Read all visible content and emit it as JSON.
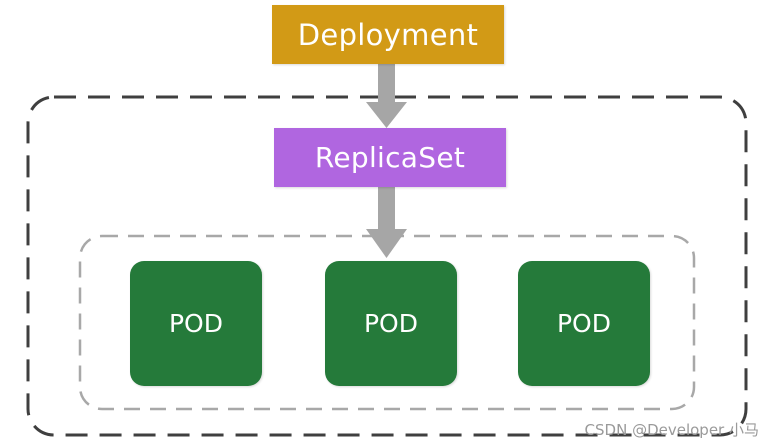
{
  "diagram": {
    "deployment_label": "Deployment",
    "replicaset_label": "ReplicaSet",
    "pods": [
      {
        "label": "POD"
      },
      {
        "label": "POD"
      },
      {
        "label": "POD"
      }
    ]
  },
  "watermark": "CSDN @Developer 小马",
  "colors": {
    "deployment": "#d29a16",
    "replicaset": "#b066e0",
    "pod": "#257a3a",
    "arrow": "#a6a6a6",
    "outer_border": "#3f3f3f",
    "inner_border": "#a8a8a8"
  }
}
